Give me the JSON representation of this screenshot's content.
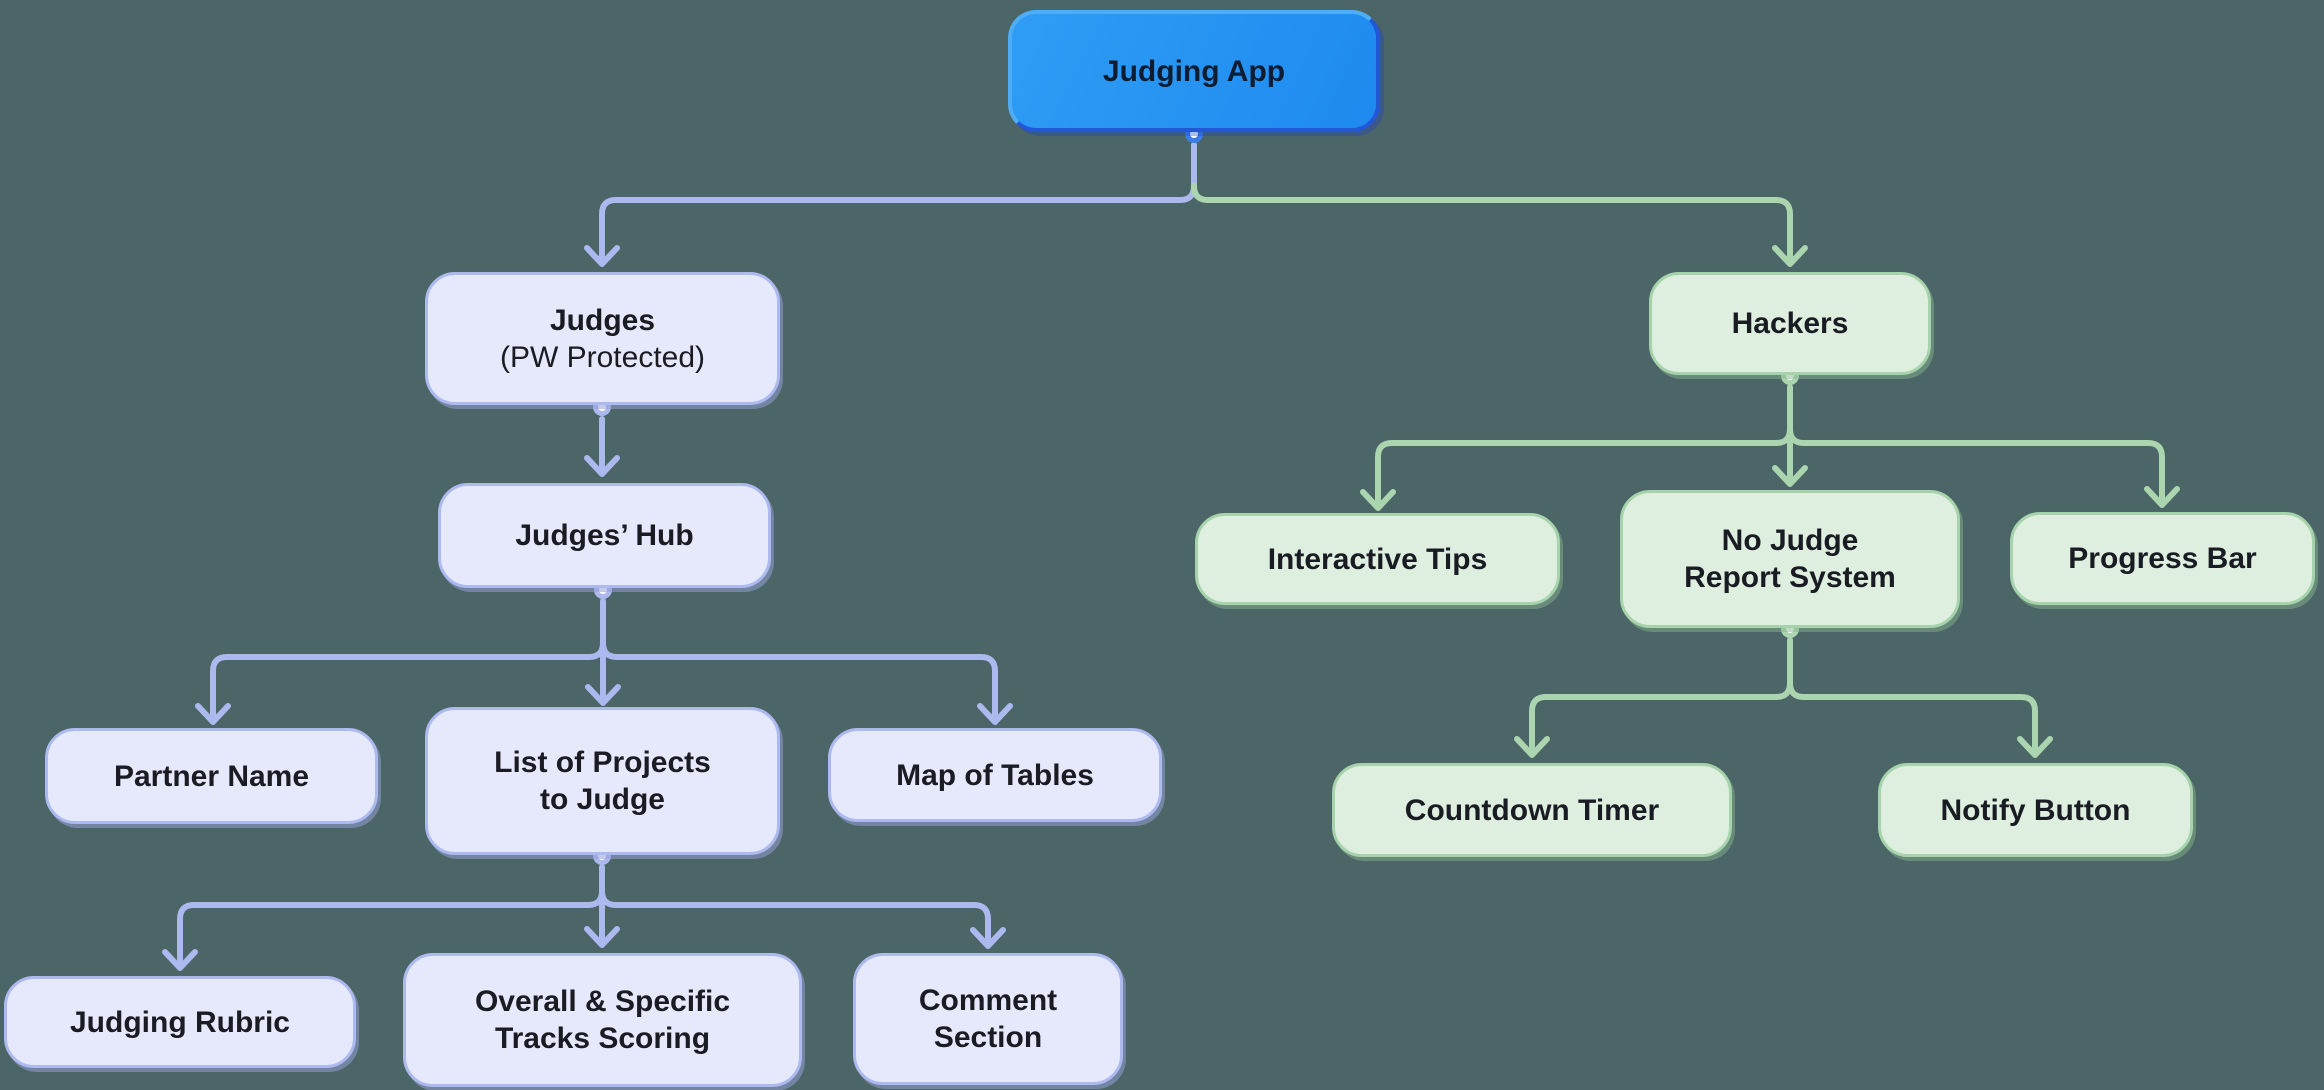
{
  "colors": {
    "bg": "#4C6567",
    "lav_line": "#ACB9EF",
    "lav_fill": "#E6E9FB",
    "lav_border": "#ADBAEF",
    "green_line": "#ABD5AF",
    "green_fill": "#DEEFE0",
    "green_border": "#A6D3AB",
    "root_grad_a": "#2F9DF4",
    "root_grad_b": "#1E8AF0",
    "root_border_light": "#4FADF6",
    "root_border_dark": "#2257D8",
    "root_text": "#0D1D31",
    "node_text": "#1A1C24",
    "dot_ring_blue": "#3B7DE8",
    "dot_fill": "#FFFFFF"
  },
  "nodes": {
    "judging_app": {
      "lines": [
        "Judging App"
      ]
    },
    "judges": {
      "lines": [
        "Judges",
        "(PW Protected)"
      ]
    },
    "hackers": {
      "lines": [
        "Hackers"
      ]
    },
    "judges_hub": {
      "lines": [
        "Judges’ Hub"
      ]
    },
    "partner_name": {
      "lines": [
        "Partner Name"
      ]
    },
    "list_of_projects": {
      "lines": [
        "List of Projects",
        "to Judge"
      ]
    },
    "map_of_tables": {
      "lines": [
        "Map of Tables"
      ]
    },
    "judging_rubric": {
      "lines": [
        "Judging Rubric"
      ]
    },
    "overall_scoring": {
      "lines": [
        "Overall & Specific",
        "Tracks Scoring"
      ]
    },
    "comment_section": {
      "lines": [
        "Comment",
        "Section"
      ]
    },
    "interactive_tips": {
      "lines": [
        "Interactive Tips"
      ]
    },
    "no_judge_report": {
      "lines": [
        "No Judge",
        "Report System"
      ]
    },
    "progress_bar": {
      "lines": [
        "Progress Bar"
      ]
    },
    "countdown_timer": {
      "lines": [
        "Countdown Timer"
      ]
    },
    "notify_button": {
      "lines": [
        "Notify Button"
      ]
    }
  }
}
